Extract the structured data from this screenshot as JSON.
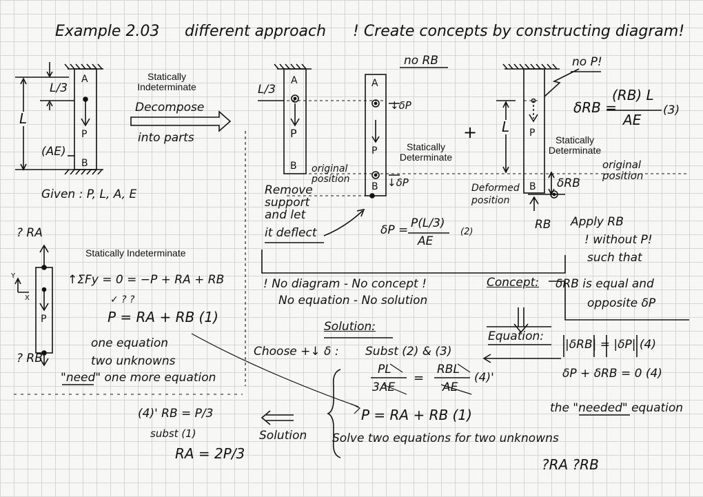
{
  "title": {
    "example": "Example 2.03",
    "approach": "different approach",
    "motto": "! Create concepts by constructing diagram!"
  },
  "left": {
    "dim_l3": "L/3",
    "dim_l": "L",
    "ae": "(AE)",
    "a": "A",
    "p": "P",
    "b": "B",
    "given": "Given : P, L, A, E"
  },
  "statically_indeterminate_top": "Statically Indeterminate",
  "decompose": {
    "line1": "Decompose",
    "line2": "into parts"
  },
  "middle": {
    "l3": "L/3",
    "a": "A",
    "p": "P",
    "b": "B",
    "original_position": "original position",
    "remove": [
      "Remove",
      "support",
      "and let",
      "it deflect"
    ]
  },
  "second": {
    "no_rb": "no RB",
    "a": "A",
    "p": "P",
    "b": "B",
    "delta_p_top": "↓δP",
    "delta_p_bottom": "↓δP",
    "statically_determinate": "Statically Determinate",
    "delta_formula": "δP = P(L/3) / AE  (2)",
    "delta_lhs": "δP =",
    "delta_num": "P(L/3)",
    "delta_den": "AE",
    "delta_tag": "(2)"
  },
  "plus": "+",
  "third": {
    "no_p": "no P!",
    "l": "L",
    "p": "P",
    "b": "B",
    "statically_determinate": "Statically Determinate",
    "original_position": "original position",
    "deformed_position": "Deformed position",
    "delta_rb": "δRB",
    "rb": "RB",
    "apply": [
      "Apply RB",
      "! without P!",
      "such that"
    ],
    "formula_lhs": "δRB =",
    "formula_num": "(RB) L",
    "formula_den": "AE",
    "formula_tag": "(3)"
  },
  "fbd": {
    "ra": "? RA",
    "rb": "? RB",
    "p": "P",
    "y": "Y",
    "x": "X"
  },
  "equilibrium": {
    "label": "Statically Indeterminate",
    "sum": "↑ΣFy = 0 = −P + RA + RB",
    "marks": "✓     ?        ?",
    "eq1": "P = RA + RB  (1)",
    "note1": "one equation",
    "note2": "two unknowns",
    "note3": "\"need\" one more equation"
  },
  "slogan": {
    "line1": "! No diagram - No concept !",
    "line2": "No equation - No solution"
  },
  "concept": {
    "label": "Concept:",
    "text1": "δRB is equal and",
    "text2": "opposite δP",
    "arrow": "⇓"
  },
  "equation": {
    "label": "Equation:",
    "abs": "|δRB| = |δP|  (4)",
    "sum": "δP + δRB = 0  (4)",
    "needed": "the \"needed\" equation"
  },
  "solution": {
    "heading": "Solution:",
    "choose": "Choose +↓ δ :",
    "subst": "Subst (2) & (3)",
    "frac_left_num": "PL",
    "frac_left_den": "3AE",
    "frac_right_num": "RBL",
    "frac_right_den": "AE",
    "tag4": "(4)'",
    "eq1": "P = RA + RB  (1)",
    "solve": "Solve two equations for two unknowns",
    "unknowns": "?RA   ?RB",
    "arrow_label": "Solution",
    "result1": "(4)'  RB = P/3",
    "subst1": "subst (1)",
    "result2": "RA = 2P/3"
  },
  "colors": {
    "ink": "#111111",
    "grid": "#d6d6d6",
    "paper": "#f7f7f5"
  }
}
